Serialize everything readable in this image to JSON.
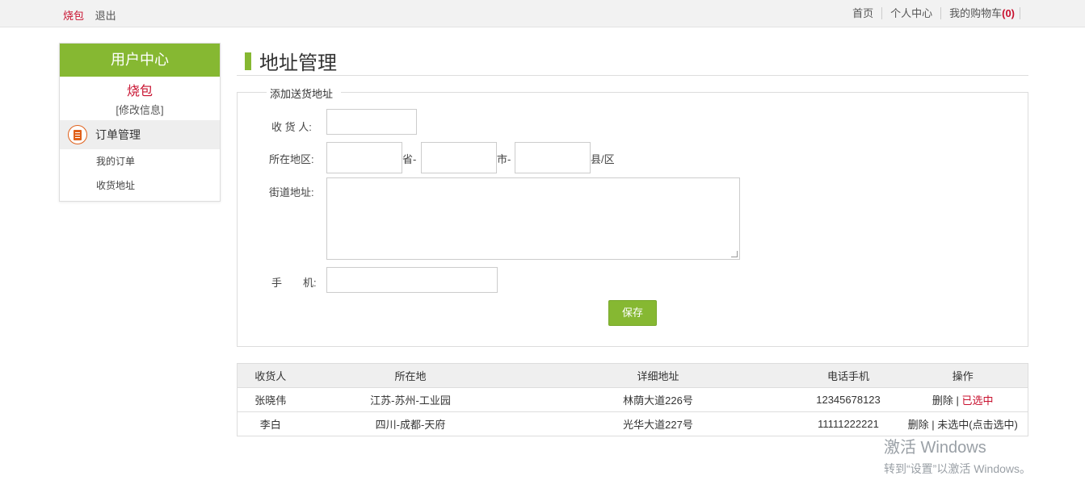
{
  "topbar": {
    "username": "烧包",
    "logout": "退出",
    "links": [
      "首页",
      "个人中心"
    ],
    "cart_label": "我的购物车",
    "cart_count": "(0)"
  },
  "sidebar": {
    "header": "用户中心",
    "username": "烧包",
    "edit_info": "[修改信息]",
    "section_title": "订单管理",
    "items": [
      "我的订单",
      "收货地址"
    ]
  },
  "page": {
    "title": "地址管理"
  },
  "form": {
    "legend": "添加送货地址",
    "receiver_label": "收 货 人:",
    "region_label": "所在地区:",
    "province_unit": "省-",
    "city_unit": "市-",
    "district_unit": "县/区",
    "street_label": "街道地址:",
    "phone_label": "手　　机:",
    "save_label": "保存"
  },
  "table": {
    "headers": [
      "收货人",
      "所在地",
      "详细地址",
      "电话手机",
      "操作"
    ],
    "rows": [
      {
        "name": "张晓伟",
        "region": "江苏-苏州-工业园",
        "address": "林荫大道226号",
        "phone": "12345678123",
        "delete": "删除",
        "sep": " | ",
        "status": "已选中"
      },
      {
        "name": "李白",
        "region": "四川-成都-天府",
        "address": "光华大道227号",
        "phone": "11111222221",
        "delete": "删除",
        "sep": " | ",
        "status": "未选中(点击选中)"
      }
    ]
  },
  "watermark": {
    "line1": "激活 Windows",
    "line2": "转到“设置”以激活 Windows。"
  }
}
